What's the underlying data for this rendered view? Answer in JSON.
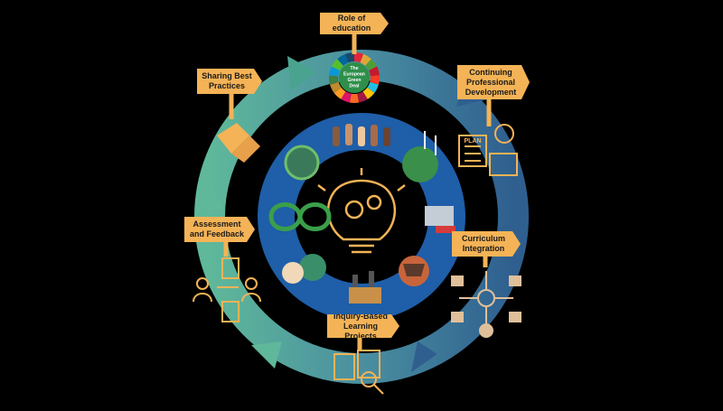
{
  "diagram": {
    "center_icon": "lightbulb-gears-icon",
    "logo": {
      "text": "The European Green Deal",
      "icon": "sdg-wheel-icon"
    },
    "signs": [
      {
        "id": "role",
        "label": "Role of education",
        "icon": "signpost-icon"
      },
      {
        "id": "cpd",
        "label": "Continuing Professional Development",
        "icon": "planning-icon"
      },
      {
        "id": "curriculum",
        "label": "Curriculum Integration",
        "icon": "network-icon"
      },
      {
        "id": "inquiry",
        "label": "Inquiry-Based Learning Projects",
        "icon": "documents-search-icon"
      },
      {
        "id": "assessment",
        "label": "Assessment and Feedback",
        "icon": "people-checklist-icon"
      },
      {
        "id": "sharing",
        "label": "Sharing Best Practices",
        "icon": "puzzle-hands-icon"
      }
    ],
    "ring_images": [
      "raised-hands-icon",
      "wind-turbines-icon",
      "transport-icon",
      "melting-earth-icon",
      "factory-icon",
      "polluted-earth-icon",
      "infinity-nature-icon",
      "nature-globe-icon"
    ],
    "colors": {
      "outer_ring_left": "#5fb89a",
      "outer_ring_right": "#2f5f8f",
      "inner_ring": "#1f5ea8",
      "sign": "#f4b356",
      "icon": "#f4b356",
      "background": "#000000"
    }
  }
}
